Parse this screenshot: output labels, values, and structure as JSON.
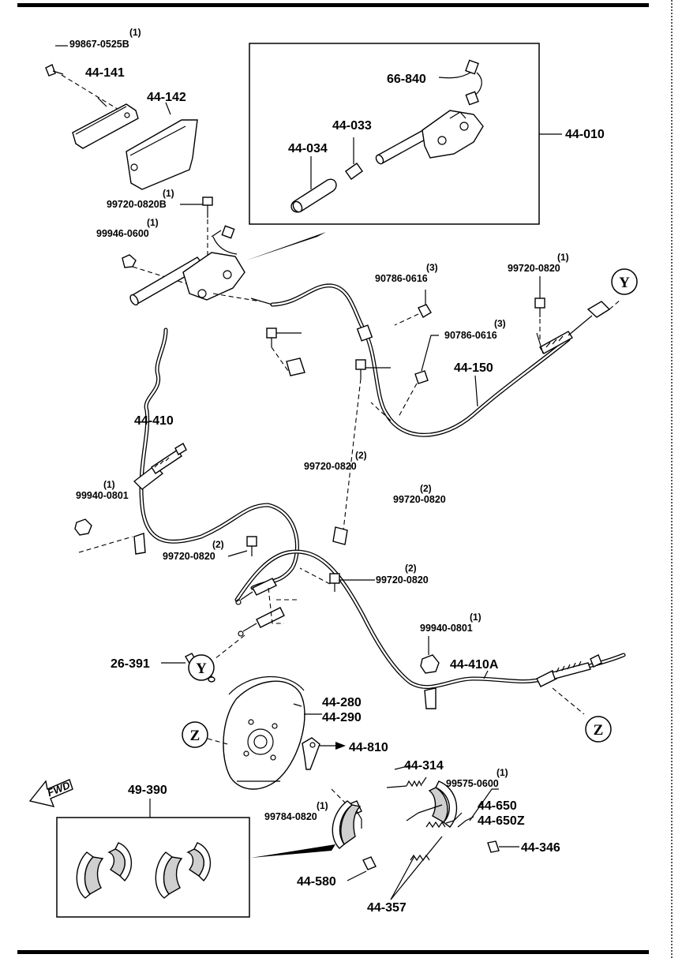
{
  "labels": {
    "p99867": "99867-0525B",
    "p99867_qty": "(1)",
    "p44_141": "44-141",
    "p44_142": "44-142",
    "p66_840": "66-840",
    "p44_033": "44-033",
    "p44_034": "44-034",
    "p44_010": "44-010",
    "p99720_b": "99720-0820B",
    "p99720_b_qty": "(1)",
    "p99946": "99946-0600",
    "p99946_qty": "(1)",
    "p90786_a": "90786-0616",
    "p90786_a_qty": "(3)",
    "p90786_b": "90786-0616",
    "p90786_b_qty": "(3)",
    "p99720_1": "99720-0820",
    "p99720_1_qty": "(1)",
    "p44_150": "44-150",
    "p44_410": "44-410",
    "p99940_a": "99940-0801",
    "p99940_a_qty": "(1)",
    "p99720_2a": "99720-0820",
    "p99720_2a_qty": "(2)",
    "p99720_2b": "99720-0820",
    "p99720_2b_qty": "(2)",
    "p99720_2c": "99720-0820",
    "p99720_2c_qty": "(2)",
    "p99720_2d": "99720-0820",
    "p99720_2d_qty": "(2)",
    "p99940_b": "99940-0801",
    "p99940_b_qty": "(1)",
    "p44_410A": "44-410A",
    "p26_391": "26-391",
    "p44_280": "44-280",
    "p44_290": "44-290",
    "p44_810": "44-810",
    "p44_314": "44-314",
    "p99575": "99575-0600",
    "p99575_qty": "(1)",
    "p44_650": "44-650",
    "p44_650Z": "44-650Z",
    "p44_346": "44-346",
    "p99784": "99784-0820",
    "p99784_qty": "(1)",
    "p49_390": "49-390",
    "p44_580": "44-580",
    "p44_357": "44-357"
  },
  "markers": {
    "y": "Y",
    "z": "Z"
  },
  "fwd": "FWD"
}
